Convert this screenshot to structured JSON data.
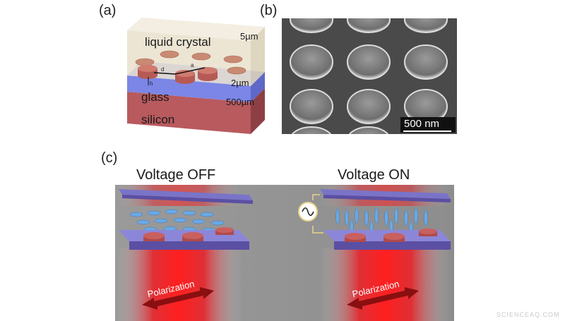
{
  "panels": {
    "a": {
      "label": "(a)"
    },
    "b": {
      "label": "(b)"
    },
    "c": {
      "label": "(c)"
    }
  },
  "panel_a": {
    "layers": {
      "liquid_crystal": {
        "label": "liquid crystal",
        "thickness": "5µm"
      },
      "glass": {
        "label": "glass",
        "thickness": "2µm"
      },
      "silicon": {
        "label": "silicon",
        "thickness": "500µm"
      }
    },
    "dims": {
      "d": "d",
      "a": "a",
      "h": "h"
    },
    "colors": {
      "lc": "#e7dcc4",
      "glass": "#7b86e6",
      "silicon": "#b85a5e",
      "pillar": "#c9706a"
    }
  },
  "panel_b": {
    "scale_bar": "500 nm"
  },
  "panel_c": {
    "off": {
      "title": "Voltage OFF",
      "polarization": "Polarization"
    },
    "on": {
      "title": "Voltage ON",
      "polarization": "Polarization"
    },
    "source_icon": "ac-source-icon"
  },
  "watermark": "SCIENCEAQ.COM"
}
